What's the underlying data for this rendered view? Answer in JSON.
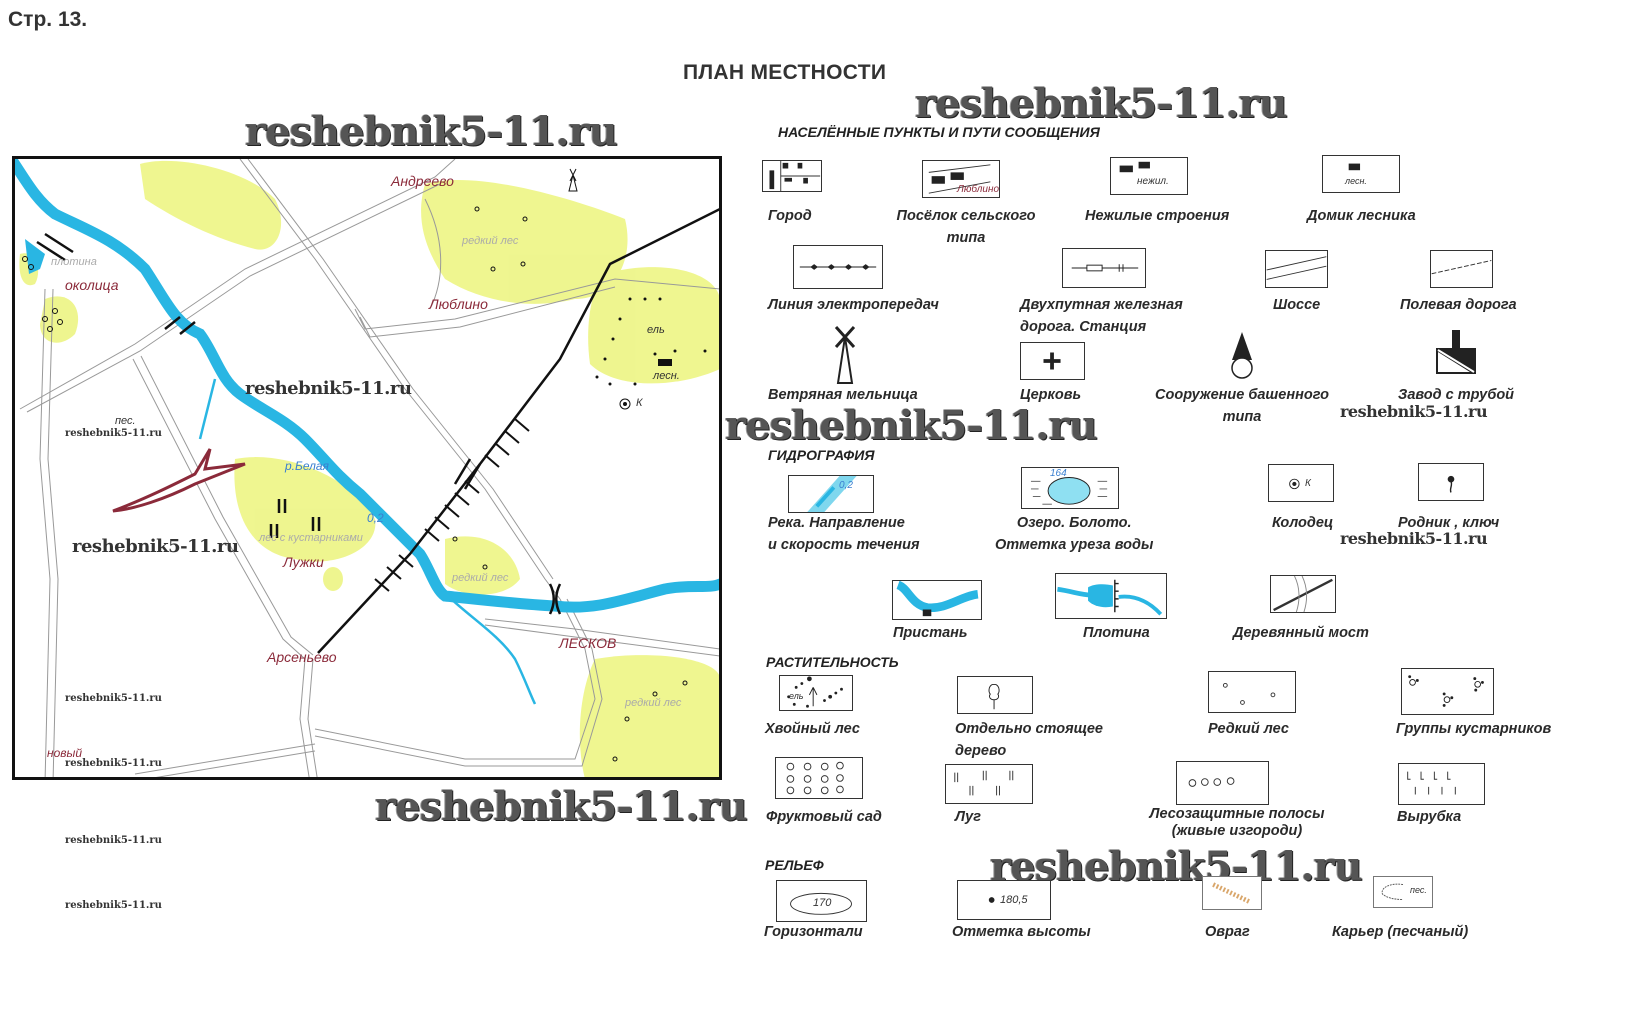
{
  "page_number": "Стр. 13.",
  "title": "ПЛАН МЕСТНОСТИ",
  "watermark": "reshebnik5-11.ru",
  "map": {
    "labels": {
      "andreevo": "Андреево",
      "lyublino": "Люблино",
      "okolitsa": "околица",
      "luzhki": "Лужки",
      "arsenievo": "Арсеньево",
      "leskov": "ЛЕСКОВ",
      "novyi": "новый",
      "river": "р.Белая",
      "speed": "0,2",
      "sparse1": "редкий лес",
      "sparse2": "редкий лес",
      "sparse3": "редкий лес",
      "shrubs": "лес с кустарниками",
      "dam": "плотина",
      "spruce": "ель",
      "forester": "лесн.",
      "well": "К",
      "sand": "пес."
    }
  },
  "legend": {
    "sections": [
      "НАСЕЛЁННЫЕ ПУНКТЫ И ПУТИ СООБЩЕНИЯ",
      "ГИДРОГРАФИЯ",
      "РАСТИТЕЛЬНОСТЬ",
      "РЕЛЬЕФ"
    ],
    "items": [
      {
        "label": "Город"
      },
      {
        "label": "Посёлок сельского",
        "label2": "типа",
        "inner": "Люблино"
      },
      {
        "label": "Нежилые строения",
        "inner": "нежил."
      },
      {
        "label": "Домик лесника",
        "inner": "лесн."
      },
      {
        "label": "Линия электропередач"
      },
      {
        "label": "Двухпутная железная",
        "label2": "дорога. Станция"
      },
      {
        "label": "Шоссе"
      },
      {
        "label": "Полевая дорога"
      },
      {
        "label": "Ветряная мельница"
      },
      {
        "label": "Церковь"
      },
      {
        "label": "Сооружение башенного",
        "label2": "типа"
      },
      {
        "label": "Завод с трубой"
      },
      {
        "label": "Река. Направление",
        "label2": "и скорость течения",
        "inner": "0,2"
      },
      {
        "label": "Озеро. Болото.",
        "label2": "Отметка уреза воды",
        "inner": "164"
      },
      {
        "label": "Колодец",
        "inner": "К"
      },
      {
        "label": "Родник , ключ"
      },
      {
        "label": "Пристань"
      },
      {
        "label": "Плотина"
      },
      {
        "label": "Деревянный мост"
      },
      {
        "label": "Хвойный лес",
        "inner": "ель"
      },
      {
        "label": "Отдельно стоящее",
        "label2": "дерево"
      },
      {
        "label": "Редкий лес"
      },
      {
        "label": "Группы кустарников"
      },
      {
        "label": "Фруктовый сад"
      },
      {
        "label": "Луг"
      },
      {
        "label": "Лесозащитные полосы",
        "label2": "(живые изгороди)"
      },
      {
        "label": "Вырубка"
      },
      {
        "label": "Горизонтали",
        "inner": "170"
      },
      {
        "label": "Отметка высоты",
        "inner": "180,5"
      },
      {
        "label": "Овраг"
      },
      {
        "label": "Карьер (песчаный)",
        "inner": "пес."
      }
    ]
  },
  "colors": {
    "water": "#29b6e3",
    "forest": "#eef58a",
    "settlement": "#8b2a3a",
    "rail": "#111"
  }
}
